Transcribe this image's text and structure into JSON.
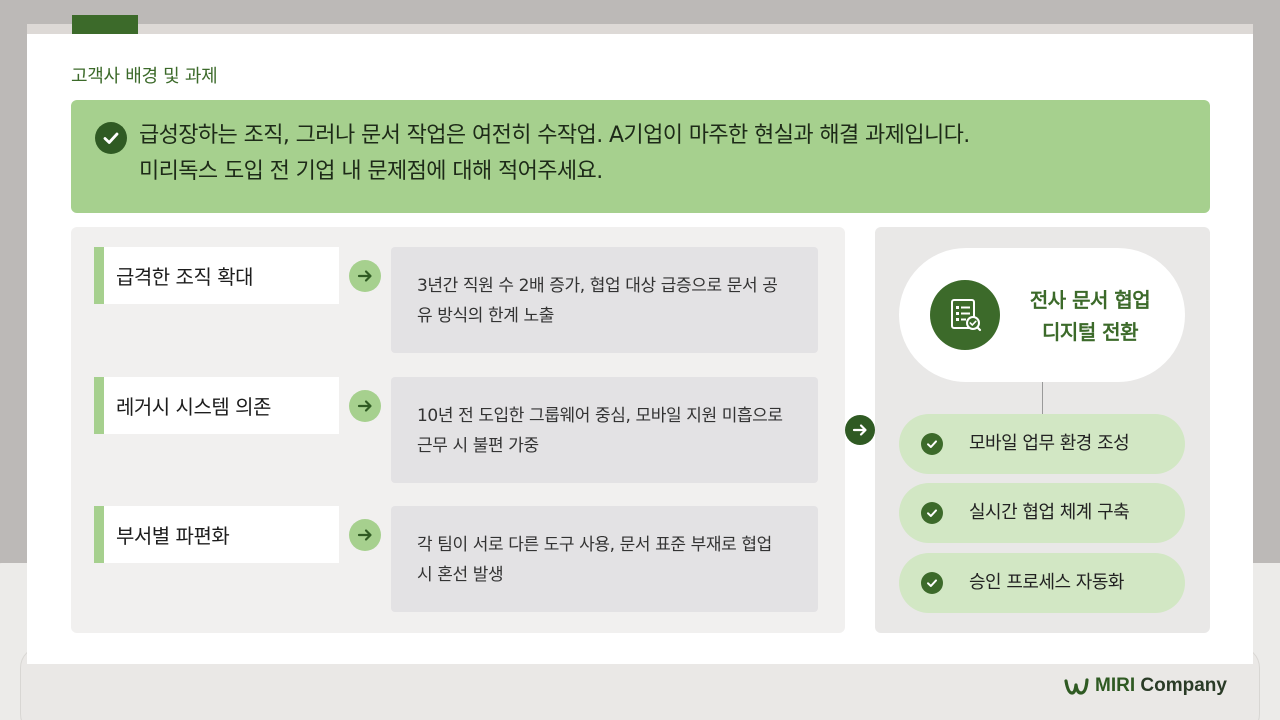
{
  "section_title": "고객사 배경 및 과제",
  "banner": {
    "line1": "급성장하는 조직, 그러나 문서 작업은 여전히 수작업. A기업이 마주한 현실과 해결 과제입니다.",
    "line2": "미리독스 도입 전 기업 내 문제점에 대해 적어주세요.",
    "icon": "check-circle-icon"
  },
  "issues": [
    {
      "label": "급격한 조직 확대",
      "desc": "3년간 직원 수 2배 증가, 협업 대상 급증으로 문서 공유 방식의 한계 노출"
    },
    {
      "label": "레거시 시스템 의존",
      "desc": "10년 전 도입한 그룹웨어 중심, 모바일 지원 미흡으로 근무 시 불편 가중"
    },
    {
      "label": "부서별 파편화",
      "desc": "각 팀이 서로 다른 도구 사용, 문서 표준 부재로 협업 시 혼선 발생"
    }
  ],
  "goal": {
    "line1": "전사 문서 협업",
    "line2": "디지털 전환",
    "icon": "document-checklist-icon"
  },
  "results": [
    "모바일 업무 환경 조성",
    "실시간 협업 체계 구축",
    "승인 프로세스 자동화"
  ],
  "brand": {
    "mark": "w",
    "name_accent": "MIRI",
    "name_rest": " Company"
  },
  "colors": {
    "accent_dark": "#3c6a2a",
    "accent_light": "#a6d08e",
    "result_bg": "#d2e7c4"
  }
}
